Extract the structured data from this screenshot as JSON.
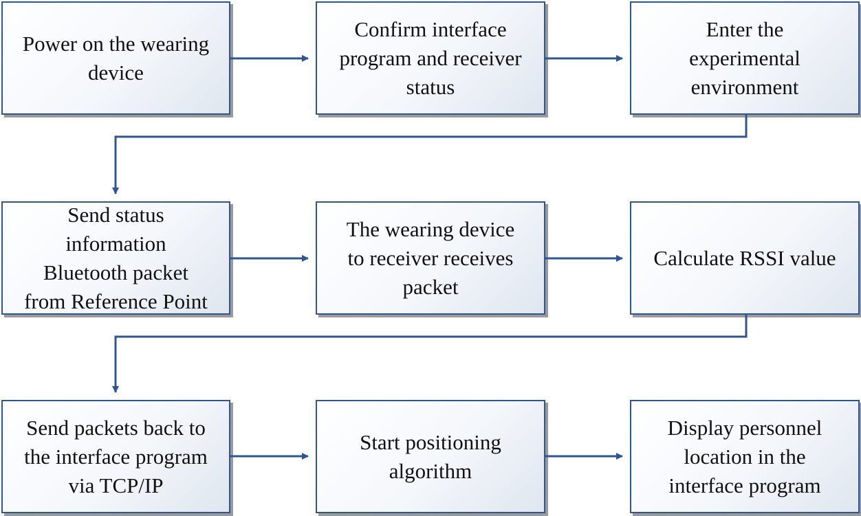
{
  "diagram": {
    "colors": {
      "box_border": "#2e5597",
      "arrow": "#2e5597",
      "box_shadow": "#9a9a9a",
      "text": "#111111"
    },
    "steps": [
      {
        "id": "s1",
        "label": "Power on the wearing\ndevice"
      },
      {
        "id": "s2",
        "label": "Confirm interface\nprogram and receiver\nstatus"
      },
      {
        "id": "s3",
        "label": "Enter the\nexperimental\nenvironment"
      },
      {
        "id": "s4",
        "label": "Send status\ninformation\nBluetooth packet\nfrom Reference Point"
      },
      {
        "id": "s5",
        "label": "The wearing device\nto receiver receives\npacket"
      },
      {
        "id": "s6",
        "label": "Calculate RSSI value"
      },
      {
        "id": "s7",
        "label": "Send packets back to\nthe interface program\nvia TCP/IP"
      },
      {
        "id": "s8",
        "label": "Start positioning\nalgorithm"
      },
      {
        "id": "s9",
        "label": "Display personnel\nlocation in the\ninterface program"
      }
    ],
    "flow": [
      [
        "s1",
        "s2"
      ],
      [
        "s2",
        "s3"
      ],
      [
        "s3",
        "s4"
      ],
      [
        "s4",
        "s5"
      ],
      [
        "s5",
        "s6"
      ],
      [
        "s6",
        "s7"
      ],
      [
        "s7",
        "s8"
      ],
      [
        "s8",
        "s9"
      ]
    ]
  }
}
